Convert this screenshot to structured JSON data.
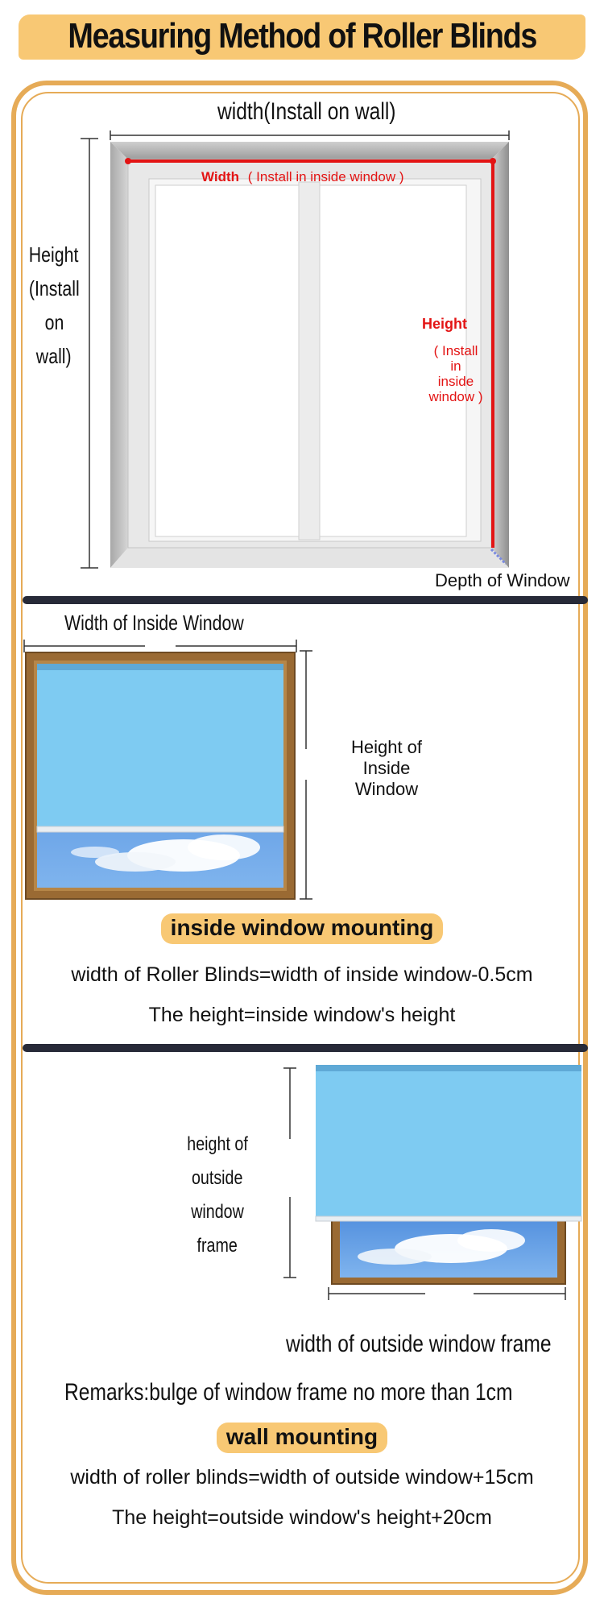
{
  "title": "Measuring Method of Roller Blinds",
  "section1": {
    "width_wall": "width(Install on wall)",
    "height_wall": [
      "Height",
      "(Install",
      "on",
      "wall)"
    ],
    "width_inside_label": "Width",
    "width_inside_note": "( Install in inside window )",
    "height_inside_label": "Height",
    "height_inside_note": [
      "( Install",
      "in",
      "inside",
      "window )"
    ],
    "depth": "Depth of Window"
  },
  "section2": {
    "width_label": "Width of Inside Window",
    "height_label": [
      "Height of",
      "Inside",
      "Window"
    ],
    "badge": "inside window mounting",
    "line1": "width of Roller Blinds=width of inside window-0.5cm",
    "line2": "The height=inside window's height"
  },
  "section3": {
    "height_label": [
      "height of",
      "outside",
      "window",
      "frame"
    ],
    "width_label": "width of outside window frame",
    "remarks": "Remarks:bulge of window frame no more than 1cm",
    "badge": "wall mounting",
    "line1": "width of roller blinds=width of outside window+15cm",
    "line2": "The height=outside window's height+20cm"
  },
  "colors": {
    "accent": "#f8c874",
    "frame_border": "#e6ab57",
    "divider": "#272a38",
    "measure_red": "#e31414",
    "blind_blue": "#7ecbf2",
    "wood_frame": "#9a6a33"
  }
}
